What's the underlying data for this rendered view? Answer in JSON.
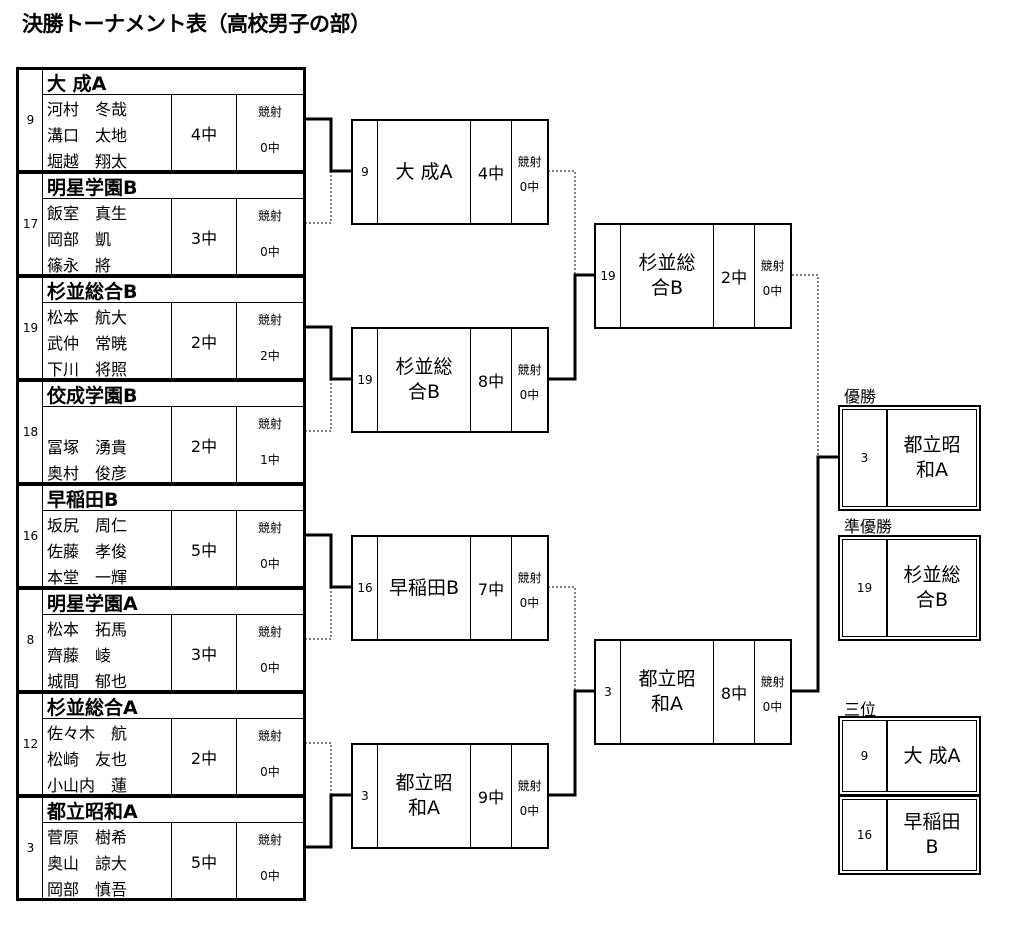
{
  "title": "決勝トーナメント表（高校男子の部）",
  "shoot_label": "競射",
  "entries": [
    {
      "seed": "9",
      "team": "大 成A",
      "players": [
        "河村　冬哉",
        "溝口　太地",
        "堀越　翔太"
      ],
      "hits": "4中",
      "shoot": "0中"
    },
    {
      "seed": "17",
      "team": "明星学園B",
      "players": [
        "飯室　真生",
        "岡部　凱",
        "篠永　將"
      ],
      "hits": "3中",
      "shoot": "0中"
    },
    {
      "seed": "19",
      "team": "杉並総合B",
      "players": [
        "松本　航大",
        "武仲　常暁",
        "下川　将照"
      ],
      "hits": "2中",
      "shoot": "2中"
    },
    {
      "seed": "18",
      "team": "佼成学園B",
      "players": [
        "",
        "冨塚　湧貴",
        "奥村　俊彦"
      ],
      "hits": "2中",
      "shoot": "1中"
    },
    {
      "seed": "16",
      "team": "早稲田B",
      "players": [
        "坂尻　周仁",
        "佐藤　孝俊",
        "本堂　一輝"
      ],
      "hits": "5中",
      "shoot": "0中"
    },
    {
      "seed": "8",
      "team": "明星学園A",
      "players": [
        "松本　拓馬",
        "齊藤　崚",
        "城間　郁也"
      ],
      "hits": "3中",
      "shoot": "0中"
    },
    {
      "seed": "12",
      "team": "杉並総合A",
      "players": [
        "佐々木　航",
        "松崎　友也",
        "小山内　蓮"
      ],
      "hits": "2中",
      "shoot": "0中"
    },
    {
      "seed": "3",
      "team": "都立昭和A",
      "players": [
        "菅原　樹希",
        "奥山　諒大",
        "岡部　慎吾"
      ],
      "hits": "5中",
      "shoot": "0中"
    }
  ],
  "round2": [
    {
      "seed": "9",
      "team": "大 成A",
      "hits": "4中",
      "shoot": "0中"
    },
    {
      "seed": "19",
      "team": "杉並総合B",
      "hits": "8中",
      "shoot": "0中"
    },
    {
      "seed": "16",
      "team": "早稲田B",
      "hits": "7中",
      "shoot": "0中"
    },
    {
      "seed": "3",
      "team": "都立昭和A",
      "hits": "9中",
      "shoot": "0中"
    }
  ],
  "semifinal": [
    {
      "seed": "19",
      "team": "杉並総合B",
      "hits": "2中",
      "shoot": "0中"
    },
    {
      "seed": "3",
      "team": "都立昭和A",
      "hits": "8中",
      "shoot": "0中"
    }
  ],
  "results": {
    "champion_label": "優勝",
    "champion": {
      "seed": "3",
      "team": "都立昭和A"
    },
    "runnerup_label": "準優勝",
    "runnerup": {
      "seed": "19",
      "team": "杉並総合B"
    },
    "third_label": "三位",
    "third": [
      {
        "seed": "9",
        "team": "大 成A"
      },
      {
        "seed": "16",
        "team": "早稲田B"
      }
    ]
  }
}
